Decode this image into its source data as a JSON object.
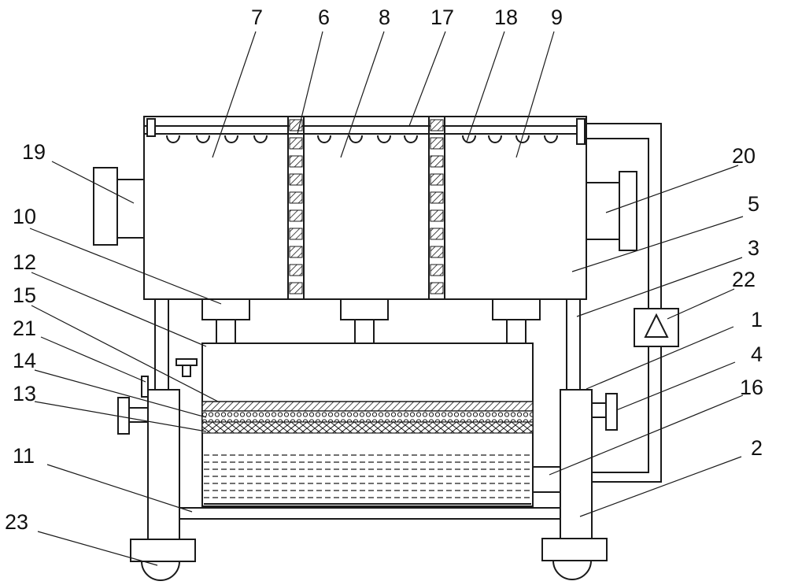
{
  "figure": {
    "callouts": [
      "1",
      "2",
      "3",
      "4",
      "5",
      "6",
      "7",
      "8",
      "9",
      "10",
      "11",
      "12",
      "13",
      "14",
      "15",
      "16",
      "17",
      "18",
      "19",
      "20",
      "21",
      "22",
      "23"
    ],
    "colors": {
      "line": "#1a1a1a",
      "background": "#ffffff"
    }
  }
}
